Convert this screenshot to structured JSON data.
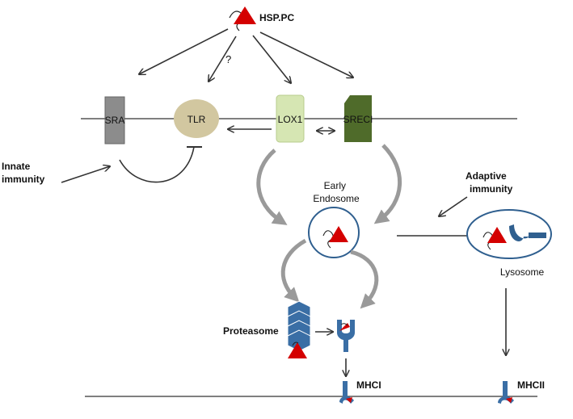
{
  "labels": {
    "complex": "HSP.PC",
    "question": "?",
    "sra": "SRA",
    "tlr": "TLR",
    "lox1": "LOX1",
    "sreci": "SRECI",
    "innate_line1": "Innate",
    "innate_line2": "immunity",
    "adaptive_line1": "Adaptive",
    "adaptive_line2": "immunity",
    "early_line1": "Early",
    "early_line2": "Endosome",
    "lysosome": "Lysosome",
    "proteasome": "Proteasome",
    "mhci": "MHCI",
    "mhcii": "MHCII"
  },
  "colors": {
    "sra": "#8c8c8c",
    "tlr": "#d2c7a0",
    "lox1": "#d6e6b3",
    "sreci": "#4f6b2a",
    "hsp_triangle": "#d40000",
    "mhc_blue": "#3a6ea5",
    "endosome_outline": "#2f5f8f",
    "membrane_line": "#555555",
    "curved_arrow": "#9a9a9a"
  }
}
